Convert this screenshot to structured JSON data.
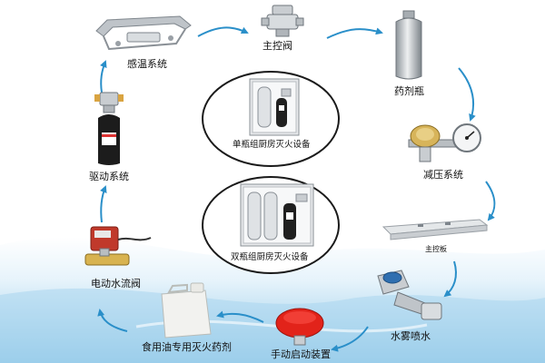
{
  "labels": {
    "sensing_system": "感温系统",
    "main_valve": "主控阀",
    "agent_bottle": "药剂瓶",
    "drive_system": "驱动系统",
    "pressure_reduction": "减压系统",
    "main_control_board": "主控板",
    "electric_valve": "电动水流阀",
    "water_mist_nozzle": "水雾喷水",
    "cooking_oil_agent": "食用油专用灭火药剂",
    "manual_start_device": "手动启动装置",
    "single_bottle_equipment": "单瓶组厨房灭火设备",
    "double_bottle_equipment": "双瓶组厨房灭火设备"
  },
  "colors": {
    "arrow": "#2a8fc9",
    "water_light": "#dbeef8",
    "water_mid": "#9fcfe9",
    "red_device": "#e2231a"
  }
}
